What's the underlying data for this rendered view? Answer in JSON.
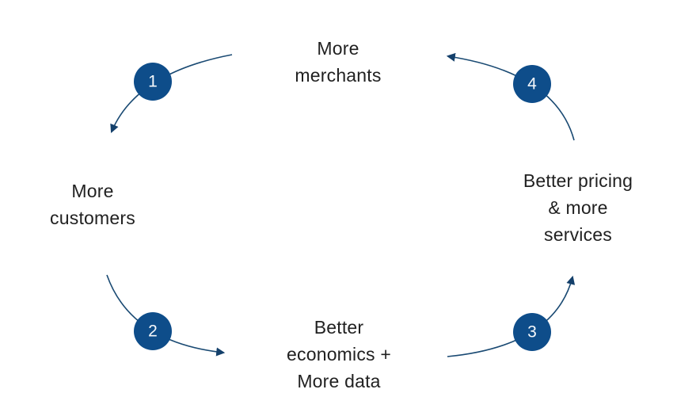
{
  "diagram": {
    "title": "growth-flywheel",
    "background_color": "#ffffff",
    "circle_color": "#0e4d8a",
    "arrow_color": "#1a4a73",
    "text_color": "#212121",
    "nodes": [
      {
        "id": "more-merchants",
        "text": "More\nmerchants"
      },
      {
        "id": "more-customers",
        "text": "More\ncustomers"
      },
      {
        "id": "better-economics",
        "text": "Better\neconomics +\nMore data"
      },
      {
        "id": "better-pricing",
        "text": "Better pricing\n& more\nservices"
      }
    ],
    "steps": [
      {
        "number": "1",
        "from": "more-merchants",
        "to": "more-customers"
      },
      {
        "number": "2",
        "from": "more-customers",
        "to": "better-economics"
      },
      {
        "number": "3",
        "from": "better-economics",
        "to": "better-pricing"
      },
      {
        "number": "4",
        "from": "better-pricing",
        "to": "more-merchants"
      }
    ]
  }
}
